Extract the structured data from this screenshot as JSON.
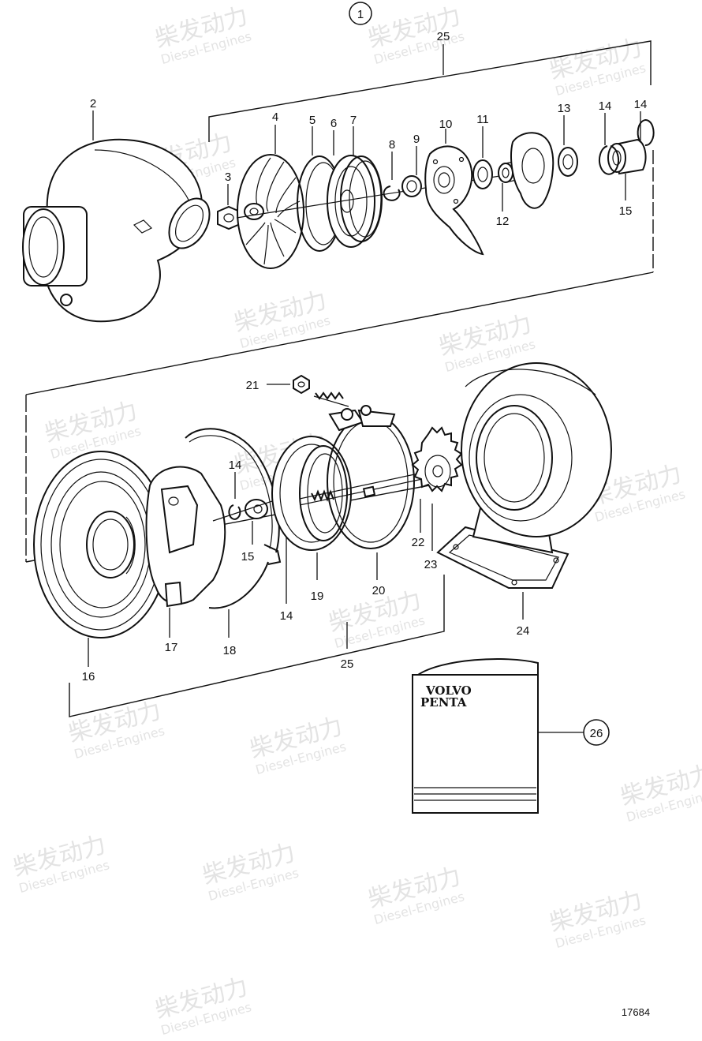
{
  "diagram": {
    "assembly_ref": "1",
    "drawing_number": "17684",
    "manual_cover": {
      "line1": "VOLVO",
      "line2": "PENTA"
    },
    "watermark": {
      "brand": "柴发动力",
      "subtitle": "Diesel-Engines"
    },
    "callouts": {
      "c2": "2",
      "c3": "3",
      "c4": "4",
      "c5": "5",
      "c6": "6",
      "c7": "7",
      "c8": "8",
      "c9": "9",
      "c10": "10",
      "c11": "11",
      "c12": "12",
      "c13": "13",
      "c14a": "14",
      "c14b": "14",
      "c15a": "15",
      "c25top": "25",
      "c21": "21",
      "c14c": "14",
      "c15b": "15",
      "c14d": "14",
      "c16": "16",
      "c17": "17",
      "c18": "18",
      "c19": "19",
      "c20": "20",
      "c22": "22",
      "c23": "23",
      "c24": "24",
      "c25bot": "25",
      "c26": "26"
    }
  }
}
